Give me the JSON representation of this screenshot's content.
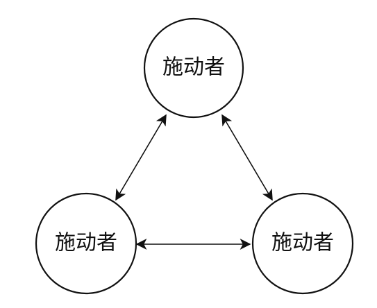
{
  "diagram": {
    "nodes": [
      {
        "id": "top",
        "label": "施动者"
      },
      {
        "id": "left",
        "label": "施动者"
      },
      {
        "id": "right",
        "label": "施动者"
      }
    ],
    "edges": [
      {
        "from": "top",
        "to": "left",
        "direction": "bidirectional"
      },
      {
        "from": "top",
        "to": "right",
        "direction": "bidirectional"
      },
      {
        "from": "left",
        "to": "right",
        "direction": "bidirectional"
      }
    ]
  }
}
